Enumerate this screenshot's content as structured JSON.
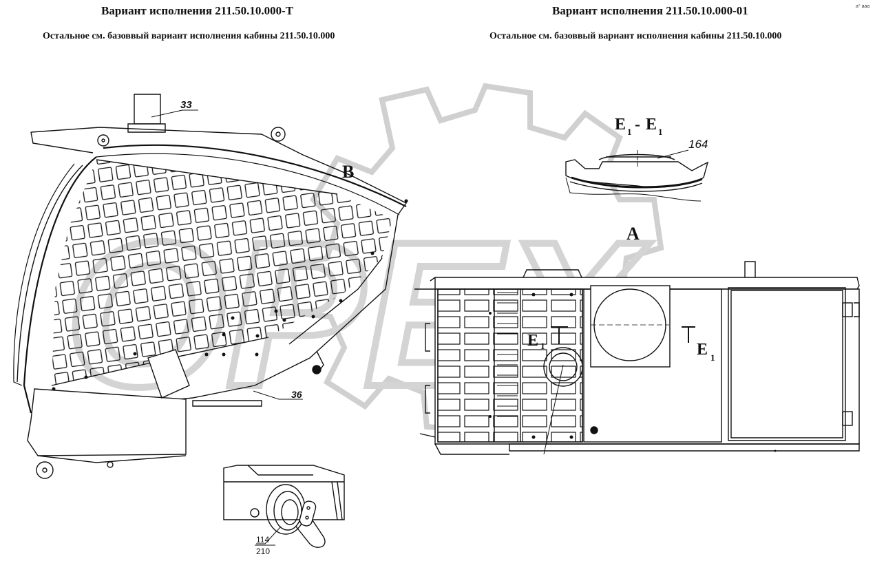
{
  "left": {
    "title": "Вариант исполнения 211.50.10.000-Т",
    "subtitle": "Остальное см. базоввый вариант исполнения кабины 211.50.10.000",
    "callouts": {
      "c33": "33",
      "c36": "36",
      "view": "B",
      "c114": "114",
      "c210": "210"
    }
  },
  "right": {
    "title": "Вариант исполнения 211.50.10.000-01",
    "subtitle": "Остальное см. базоввый вариант исполнения кабины 211.50.10.000",
    "section_title": {
      "main": "E",
      "sub": "1",
      "dash": "-"
    },
    "callouts": {
      "c164": "164",
      "view": "A",
      "section_mark": "E",
      "section_sub": "1"
    }
  },
  "watermark": {
    "text": "OPEX",
    "color": "#d9d9d9"
  },
  "corner_note": "а° ааа"
}
